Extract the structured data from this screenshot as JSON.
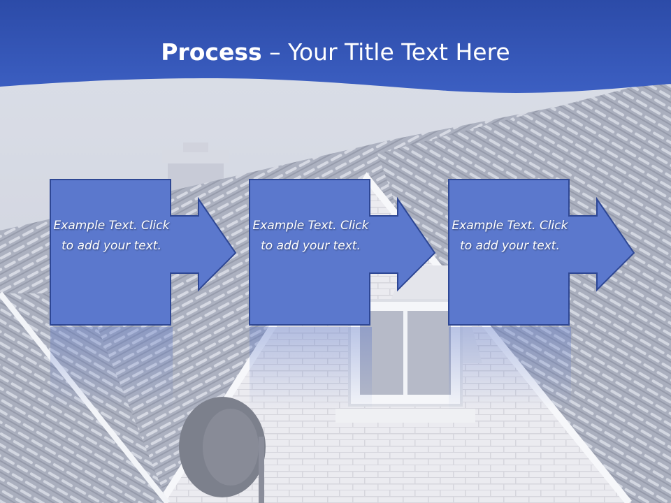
{
  "title": {
    "bold": "Process",
    "rest": " – Your Title Text Here"
  },
  "steps": [
    {
      "text": "Example Text. Click  to add your text."
    },
    {
      "text": "Example Text. Click  to add your text."
    },
    {
      "text": "Example Text. Click  to add your text."
    }
  ],
  "colors": {
    "header": "#3354b4",
    "box": "#5875cb",
    "box_border": "#2d4590"
  },
  "background_image": "photo of a house with a tiled roof and brick gable"
}
